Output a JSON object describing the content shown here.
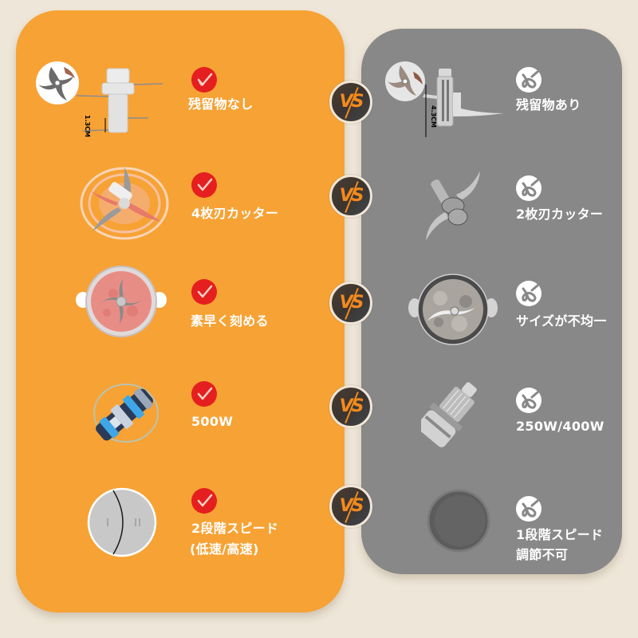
{
  "colors": {
    "background": "#EEE6D8",
    "left_panel": "#F7A234",
    "right_panel": "#888888",
    "check_badge": "#E51F1F",
    "cross_badge": "#FFFFFF",
    "vs_text": "#F28A1E",
    "text": "#FFFFFF"
  },
  "left_panel": {
    "items": [
      {
        "icon": "check-icon",
        "lines": [
          "残留物なし"
        ],
        "image": "blade-assembly-1.3cm"
      },
      {
        "icon": "check-icon",
        "lines": [
          "4枚刃カッター"
        ],
        "image": "four-blade-cutter"
      },
      {
        "icon": "check-icon",
        "lines": [
          "素早く刻める"
        ],
        "image": "minced-meat-bowl"
      },
      {
        "icon": "check-icon",
        "lines": [
          "500W"
        ],
        "image": "motor"
      },
      {
        "icon": "check-icon",
        "lines": [
          "2段階スピード",
          "(低速/高速)"
        ],
        "image": "two-speed-button"
      }
    ],
    "measure_label": "1.3CM"
  },
  "right_panel": {
    "items": [
      {
        "icon": "cross-icon",
        "lines": [
          "残留物あり"
        ],
        "image": "blade-assembly-4.3cm"
      },
      {
        "icon": "cross-icon",
        "lines": [
          "2枚刃カッター"
        ],
        "image": "two-blade-cutter"
      },
      {
        "icon": "cross-icon",
        "lines": [
          "サイズが不均一"
        ],
        "image": "uneven-meat-bowl"
      },
      {
        "icon": "cross-icon",
        "lines": [
          "250W/400W"
        ],
        "image": "motor"
      },
      {
        "icon": "cross-icon",
        "lines": [
          "1段階スピード",
          "調節不可"
        ],
        "image": "single-button"
      }
    ],
    "measure_label": "4.3CM"
  },
  "vs_badges": [
    {
      "label": "VS"
    },
    {
      "label": "VS"
    },
    {
      "label": "VS"
    },
    {
      "label": "VS"
    },
    {
      "label": "VS"
    }
  ]
}
